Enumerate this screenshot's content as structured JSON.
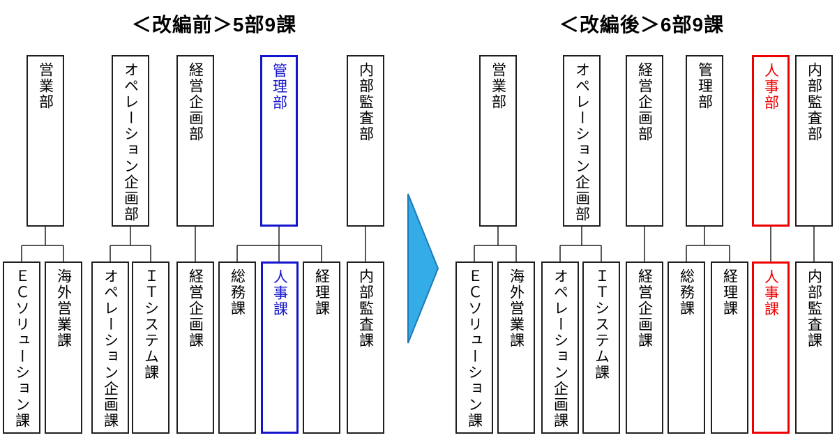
{
  "colors": {
    "highlight-before": "#1414CC",
    "highlight-after": "#EE0000",
    "arrow-fill": "#33ACE8",
    "arrow-stroke": "#1E7AB8",
    "box-border": "#1f1f1f"
  },
  "before": {
    "title": "＜改編前＞5部9課",
    "departments": [
      {
        "label": "営業部",
        "highlight": false
      },
      {
        "label": "オペレーション企画部",
        "highlight": false
      },
      {
        "label": "経営企画部",
        "highlight": false
      },
      {
        "label": "管理部",
        "highlight": true
      },
      {
        "label": "内部監査部",
        "highlight": false
      }
    ],
    "sections": [
      {
        "label": "ＥＣソリューション課",
        "highlight": false
      },
      {
        "label": "海外営業課",
        "highlight": false
      },
      {
        "label": "オペレーション企画課",
        "highlight": false
      },
      {
        "label": "ＩＴシステム課",
        "highlight": false
      },
      {
        "label": "経営企画課",
        "highlight": false
      },
      {
        "label": "総務課",
        "highlight": false
      },
      {
        "label": "人事課",
        "highlight": true
      },
      {
        "label": "経理課",
        "highlight": false
      },
      {
        "label": "内部監査課",
        "highlight": false
      }
    ]
  },
  "after": {
    "title": "＜改編後＞6部9課",
    "departments": [
      {
        "label": "営業部",
        "highlight": false
      },
      {
        "label": "オペレーション企画部",
        "highlight": false
      },
      {
        "label": "経営企画部",
        "highlight": false
      },
      {
        "label": "管理部",
        "highlight": false
      },
      {
        "label": "人事部",
        "highlight": true
      },
      {
        "label": "内部監査部",
        "highlight": false
      }
    ],
    "sections": [
      {
        "label": "ＥＣソリューション課",
        "highlight": false
      },
      {
        "label": "海外営業課",
        "highlight": false
      },
      {
        "label": "オペレーション企画課",
        "highlight": false
      },
      {
        "label": "ＩＴシステム課",
        "highlight": false
      },
      {
        "label": "経営企画課",
        "highlight": false
      },
      {
        "label": "総務課",
        "highlight": false
      },
      {
        "label": "経理課",
        "highlight": false
      },
      {
        "label": "人事課",
        "highlight": true
      },
      {
        "label": "内部監査課",
        "highlight": false
      }
    ]
  }
}
